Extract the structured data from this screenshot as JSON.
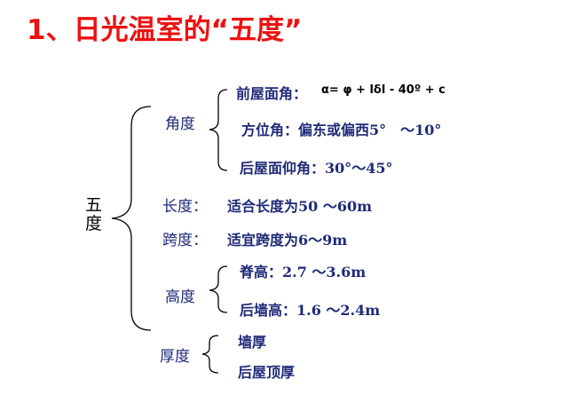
{
  "title": "1、日光温室的“五度”",
  "root": {
    "line1": "五",
    "line2": "度"
  },
  "angle": {
    "label": "角度",
    "front_label": "前屋面角：",
    "front_formula": "α= φ + lδl - 40º + c",
    "azimuth": "方位角：偏东或偏西5°　～10°",
    "rear": "后屋面仰角：30°～45°"
  },
  "length": {
    "label": "长度：",
    "value": "适合长度为50 ～60m"
  },
  "span": {
    "label": "跨度：",
    "value": "适宜跨度为6～9m"
  },
  "height": {
    "label": "高度",
    "ridge": "脊高：2.7 ～3.6m",
    "rear_wall": "后墙高：1.6 ～2.4m"
  },
  "thickness": {
    "label": "厚度",
    "wall": "墙厚",
    "rear_roof": "后屋顶厚"
  }
}
